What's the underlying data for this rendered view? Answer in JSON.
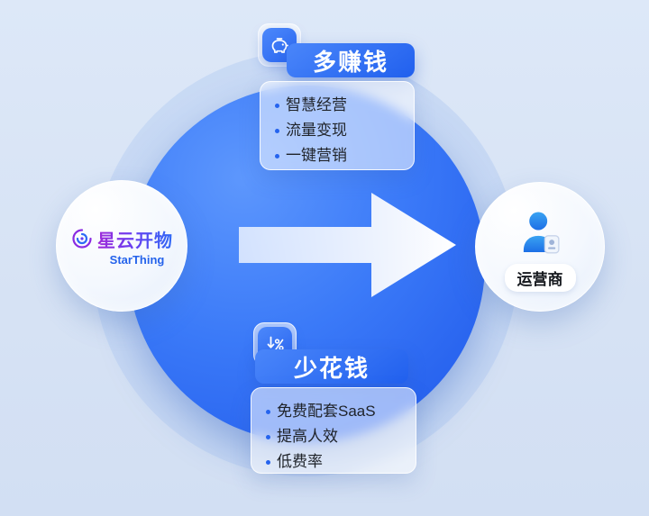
{
  "brand": {
    "name": "星云开物",
    "subtitle": "StarThing"
  },
  "operator": {
    "label": "运营商"
  },
  "cards": {
    "earn": {
      "title": "多赚钱",
      "items": [
        "智慧经营",
        "流量变现",
        "一键营销"
      ]
    },
    "save": {
      "title": "少花钱",
      "items": [
        "免费配套SaaS",
        "提高人效",
        "低费率"
      ]
    }
  },
  "icons": {
    "earn_badge": "piggy-bank-icon",
    "save_badge": "percent-down-icon",
    "operator": "person-id-icon",
    "brand": "spiral-galaxy-icon"
  },
  "colors": {
    "background": "#d9e4f4",
    "main_circle": "#2f6bf3",
    "accent_gradient_start": "#4c88fb",
    "accent_gradient_end": "#2160ee",
    "bullet": "#2563ee",
    "text_dark": "#1f2329",
    "brand_gradient_start": "#a02bd8",
    "brand_gradient_end": "#2f6bf6"
  }
}
